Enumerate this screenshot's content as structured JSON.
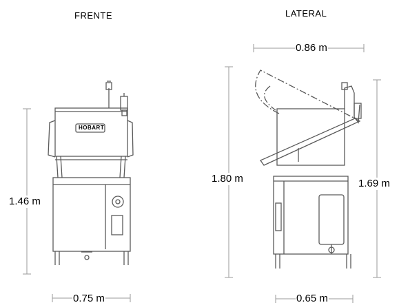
{
  "views": {
    "front": {
      "title": "FRENTE",
      "height_label": "1.46 m",
      "width_label": "0.75 m",
      "brand_plate": "HOBART"
    },
    "side": {
      "title": "LATERAL",
      "open_width_label": "0.86 m",
      "open_height_label": "1.80 m",
      "height_label": "1.69 m",
      "depth_label": "0.65 m"
    }
  },
  "colors": {
    "line": "#5a5a5a",
    "dim": "#9a9a9a",
    "text": "#000000"
  }
}
